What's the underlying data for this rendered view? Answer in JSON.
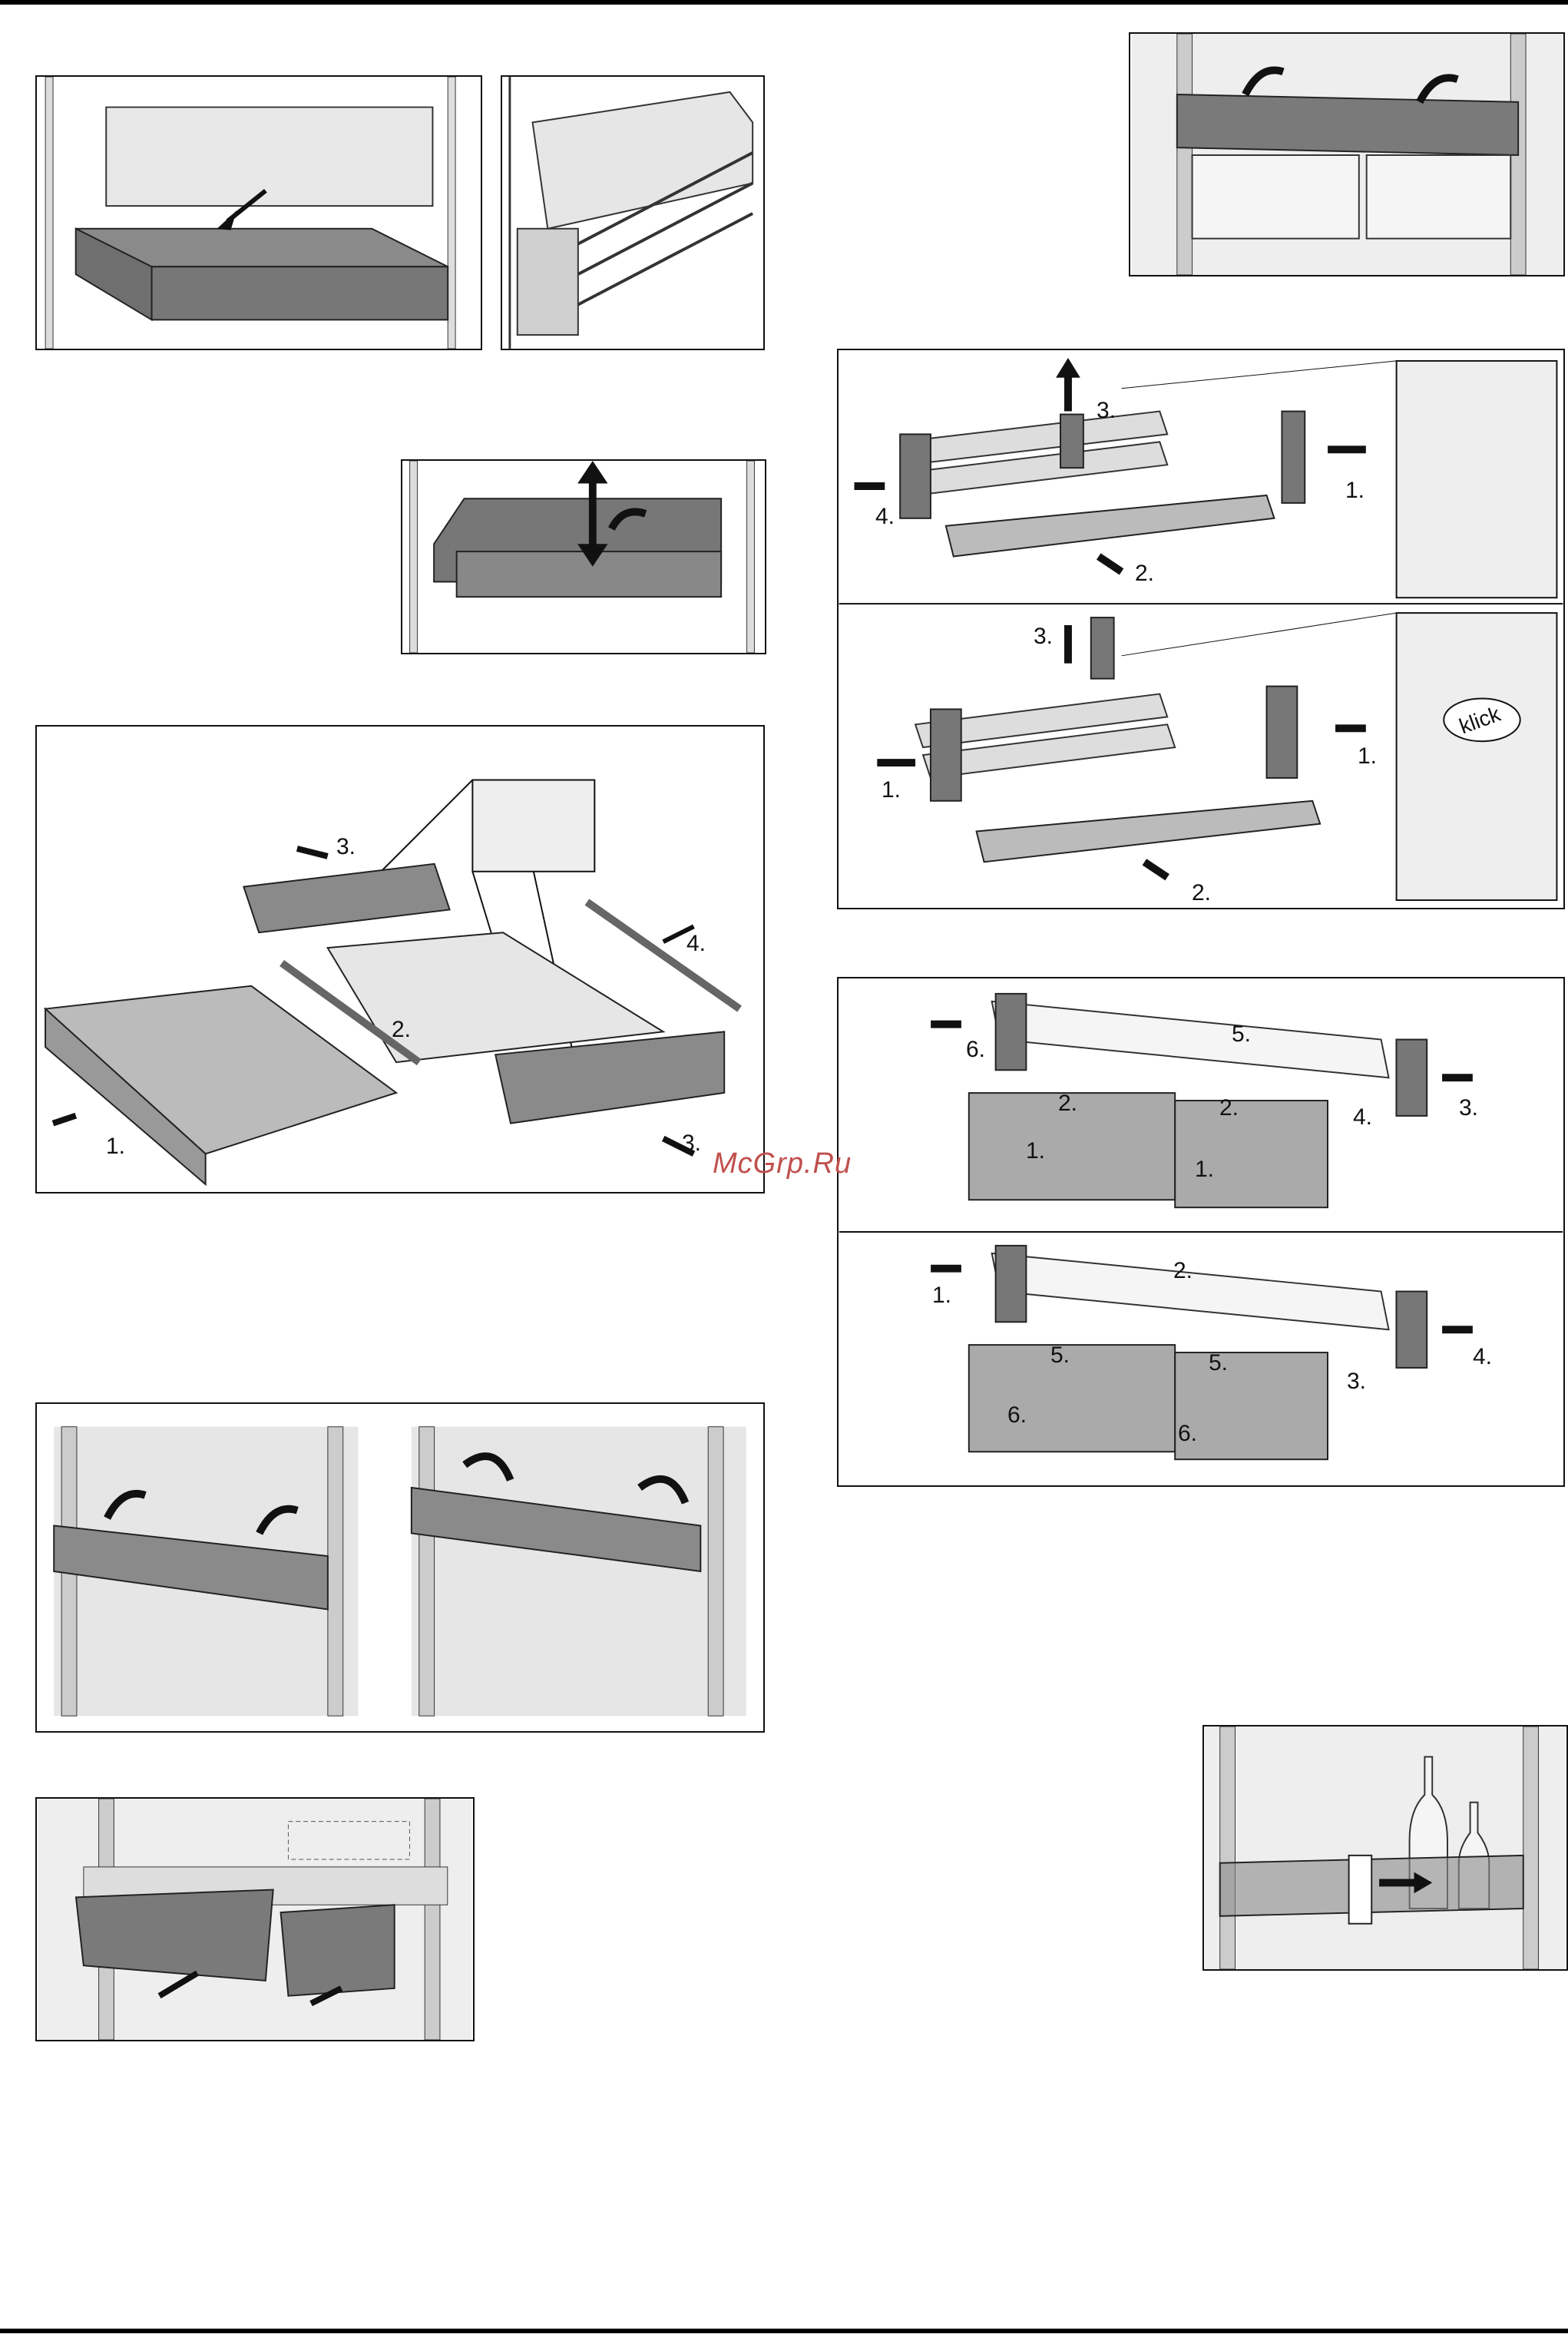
{
  "watermark": "McGrp.Ru",
  "shelf_diagram": {
    "steps": {
      "s1": "1.",
      "s2": "2.",
      "s3": "3.",
      "s4": "4."
    },
    "klick": "klick"
  },
  "drawer_diagram": {
    "steps": {
      "s1": "1.",
      "s2": "2.",
      "s3": "3.",
      "s4": "4."
    }
  },
  "rail_diagram": {
    "steps": {
      "s1": "1.",
      "s2": "2.",
      "s3": "3.",
      "s4": "4.",
      "s5": "5.",
      "s6": "6."
    }
  },
  "colors": {
    "part": "#7a7a7a",
    "part_dark": "#555555",
    "wall": "#e6e6e6",
    "arrow": "#111111"
  }
}
